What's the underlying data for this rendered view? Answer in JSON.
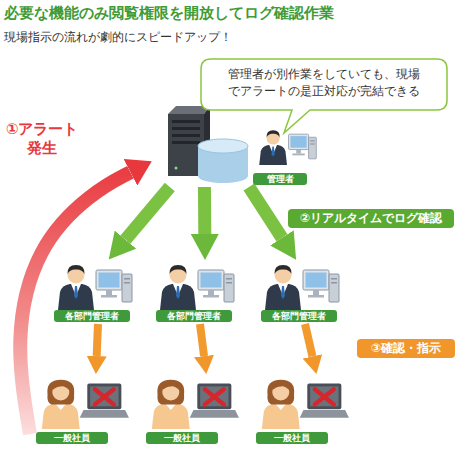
{
  "diagram": {
    "title": "必要な機能のみ閲覧権限を開放してログ確認作業",
    "nodes": [
      {
        "text": [
          "管理者が別作業をしていても、現場でアラートの是正対応が完結できる"
        ]
      },
      {
        "text": [
          "管理者"
        ]
      },
      {
        "text": [
          "各部門管理者"
        ]
      },
      {
        "text": [
          "各部門管理者"
        ]
      },
      {
        "text": [
          "各部門管理者"
        ]
      },
      {
        "text": [
          "一般社員"
        ]
      },
      {
        "text": [
          "一般社員"
        ]
      },
      {
        "text": [
          "一般社員"
        ]
      }
    ],
    "edges": [
      {
        "from": 1,
        "to": 2,
        "arrow": "to"
      },
      {
        "from": 1,
        "to": 3,
        "arrow": "to"
      },
      {
        "from": 1,
        "to": 4,
        "label": "②リアルタイムでログ確認",
        "arrow": "to"
      },
      {
        "from": 2,
        "to": 5,
        "arrow": "to"
      },
      {
        "from": 3,
        "to": 6,
        "arrow": "to"
      },
      {
        "from": 4,
        "to": 7,
        "label": "③確認・指示",
        "arrow": "to"
      },
      {
        "from": 5,
        "to": 1,
        "label": "①アラート発生",
        "arrow": "to"
      }
    ],
    "labels": [
      "現場指示の流れが劇的にスピードアップ！"
    ]
  }
}
